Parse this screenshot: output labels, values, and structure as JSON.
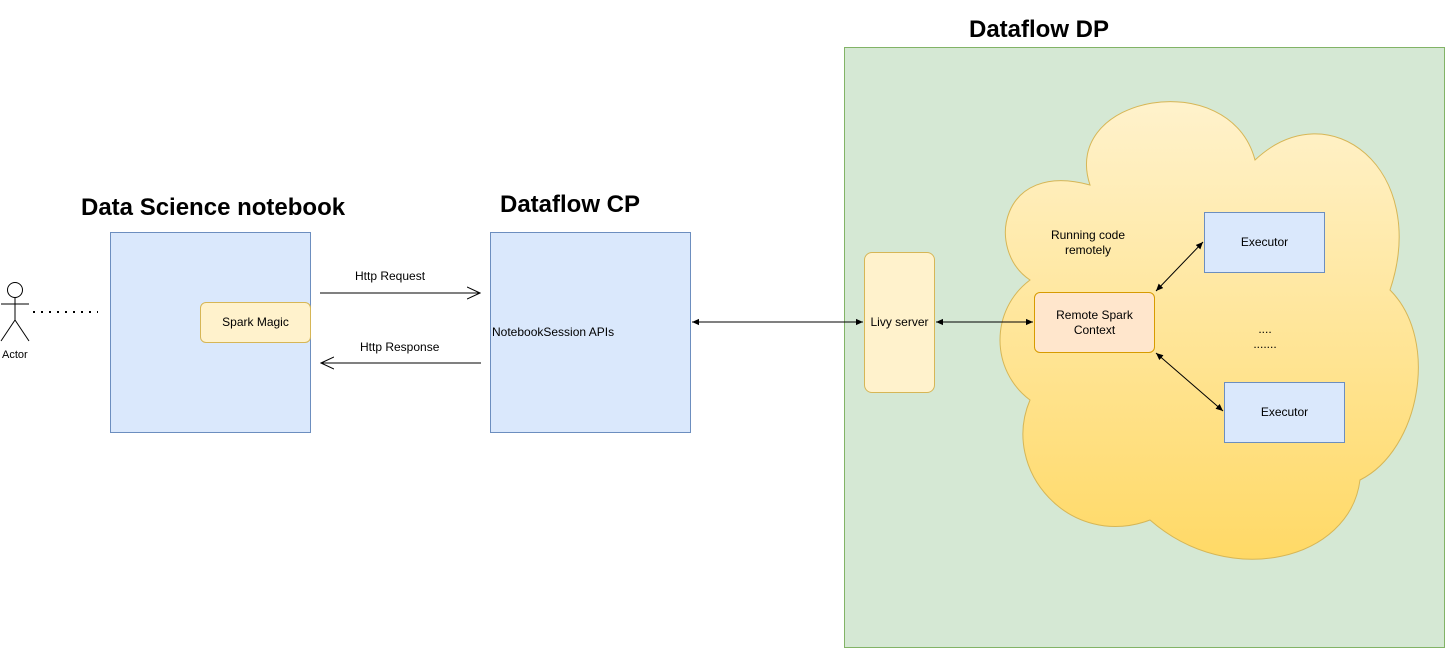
{
  "titles": {
    "notebook": "Data Science notebook",
    "cp": "Dataflow CP",
    "dp": "Dataflow DP"
  },
  "actor": {
    "label": "Actor"
  },
  "notebook": {
    "spark_magic": "Spark Magic"
  },
  "arrows": {
    "request": "Http Request",
    "response": "Http Response"
  },
  "cp": {
    "apis": "NotebookSession APIs"
  },
  "dp": {
    "livy": "Livy server",
    "running_line1": "Running code",
    "running_line2": "remotely",
    "context_line1": "Remote Spark",
    "context_line2": "Context",
    "executor_top": "Executor",
    "executor_bottom": "Executor",
    "dots_line1": "....",
    "dots_line2": "......."
  },
  "colors": {
    "blue_fill": "#dae8fc",
    "blue_stroke": "#6c8ebf",
    "green_fill": "#d5e8d4",
    "green_stroke": "#82b366",
    "yellow_fill": "#fff2cc",
    "yellow_stroke": "#d6b656",
    "orange_fill": "#ffe6cc",
    "orange_stroke": "#d79b00",
    "cloud_top": "#fff2cc",
    "cloud_bottom": "#ffd966"
  }
}
